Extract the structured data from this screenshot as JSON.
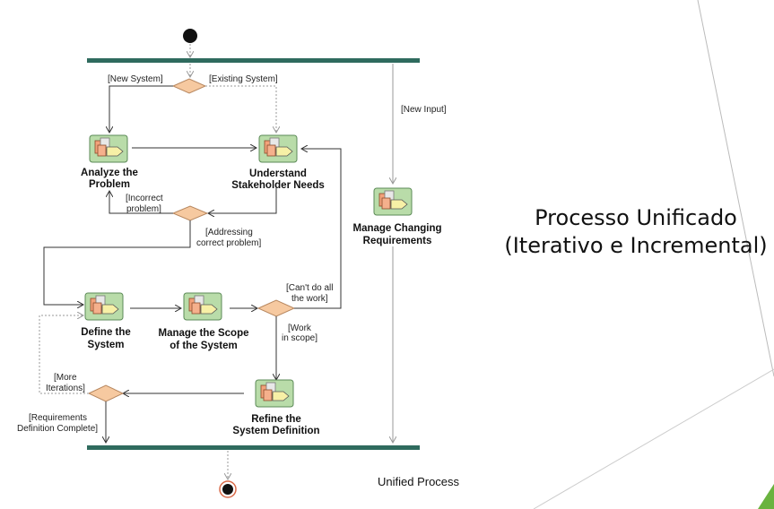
{
  "title": {
    "line1": "Processo Unificado",
    "line2": "(Iterativo e Incremental)"
  },
  "caption": "Unified Process",
  "activities": {
    "analyze": [
      "Analyze the",
      "Problem"
    ],
    "understand": [
      "Understand",
      "Stakeholder Needs"
    ],
    "manage_changing": [
      "Manage Changing",
      "Requirements"
    ],
    "define": [
      "Define the",
      "System"
    ],
    "scope": [
      "Manage the Scope",
      "of the System"
    ],
    "refine": [
      "Refine the",
      "System Definition"
    ]
  },
  "guards": {
    "new_system": "[New System]",
    "existing_system": "[Existing System]",
    "new_input": "[New Input]",
    "incorrect": [
      "[Incorrect",
      "problem]"
    ],
    "addressing": [
      "[Addressing",
      "correct problem]"
    ],
    "cant_do": [
      "[Can't do all",
      "the work]"
    ],
    "work_scope": [
      "[Work",
      "in scope]"
    ],
    "more_iterations": [
      "[More",
      "Iterations]"
    ],
    "req_complete": [
      "[Requirements",
      "Definition Complete]"
    ]
  },
  "colors": {
    "bar": "#2f6b5e",
    "decision": "#f6c9a0",
    "activity_bg": "#b9dca9",
    "accent_green": "#6ab33f"
  }
}
